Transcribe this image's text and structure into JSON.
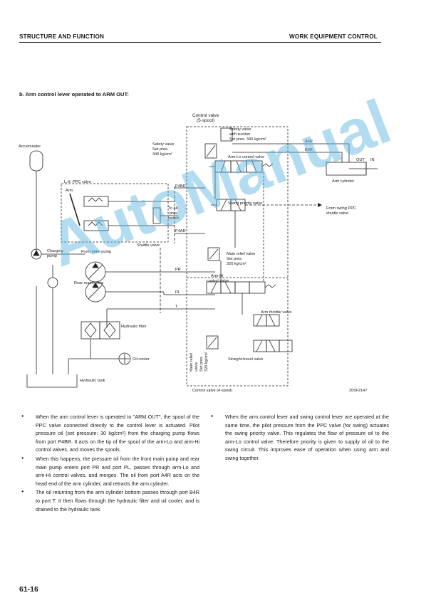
{
  "header": {
    "left": "STRUCTURE AND FUNCTION",
    "right": "WORK EQUIPMENT CONTROL"
  },
  "section_title": "b.   Arm control lever operated to ARM OUT:",
  "diagram": {
    "labels": {
      "control_valve_5": "Control valve",
      "five_spool": "(5-spool)",
      "safety_suction_1": "Safety valve",
      "safety_suction_2": "with suction",
      "safety_suction_3": "Set pres. 340 kg/cm²",
      "safety_1": "Safety valve",
      "safety_2": "Set pres.",
      "safety_3": "340 kg/cm²",
      "arm_lo": "Arm-Lo control valve",
      "accumulator": "Accumulator",
      "lh_ppc": "L.H. PPC valve",
      "arm": "Arm",
      "p4br": "P4BR",
      "to_oil_1": "To oil",
      "to_oil_2": "pres.",
      "to_oil_3": "switch",
      "p4ar": "P4AR",
      "swing_priority": "Swing priority valve",
      "from_swing_1": "From swing PPC",
      "from_swing_2": "shuttle valve",
      "shuttle": "Shuttle valve",
      "charging_1": "Charging",
      "charging_2": "pump",
      "front_main_pump": "Front main pump",
      "pr": "PR",
      "main_relief_1": "Main relief valve",
      "main_relief_2": "Set pres.",
      "main_relief_3": "320 kg/cm²",
      "rear_main_pump": "Rear main pump",
      "arm_hi_1": "Arm-Hi",
      "arm_hi_2": "control valve",
      "pl": "PL",
      "t": "T",
      "arm_throttle": "Arm throttle valve",
      "hydraulic_filter": "Hydraulic filter",
      "oil_cooler": "Oil cooler",
      "main_relief_v1": "Main relief",
      "main_relief_v2": "valve",
      "main_relief_v3": "Set pres.",
      "main_relief_v4": "320 kg/cm²",
      "straight_travel": "Straight-travel valve",
      "hydraulic_tank": "Hydraulic tank",
      "control_valve_4": "Control valve (4-spool)",
      "fig_no": "205F2147",
      "a4r": "A4R",
      "b4r": "B4R",
      "out": "OUT",
      "in": "IN",
      "arm_cylinder": "Arm cylinder"
    }
  },
  "body": {
    "left": [
      "When the arm control lever is operated to \"ARM OUT\", the spool of the PPC valve connected directly to the control lever is actuated. Pilot pressure oil (set pressure: 30 kg/cm²) from the charging pump flows from port P4BR. It acts on the tip of the spool of the arm-Lo and arm-Hi control valves, and moves the spools.",
      "When this happens, the pressure oil from the front main pump and rear main pump enters port PR and port PL, passes through arm-Lo and arm-Hi control valves, and merges. The oil from port A4R acts on the head end of the arm cylinder, and retracts the arm cylinder.",
      "The oil returning from the arm cylinder bottom passes through port B4R to port T. It then flows through the hydraulic filter and oil cooler, and is drained to the hydraulic tank."
    ],
    "right": [
      "When the arm control lever and swing control lever are operated at the same time, the pilot pressure from the PPC valve (for swing) actuates the swing priority valve. This regulates the flow of pressure oil to the arm-Lo control valve. Therefore priority is given to supply of oil to the swing circuit. This improves ease of operation when using arm and swing together."
    ]
  },
  "page_number": "61-16",
  "watermark": "AutoManual"
}
